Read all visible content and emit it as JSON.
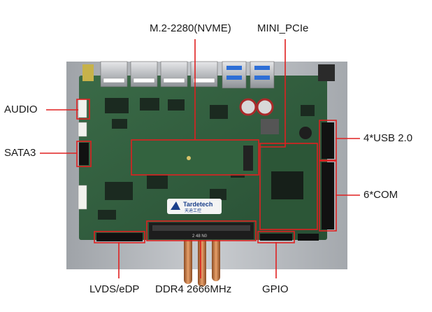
{
  "labels": {
    "m2": "M.2-2280(NVME)",
    "minipcie": "MINI_PCIe",
    "audio": "AUDIO",
    "sata3": "SATA3",
    "usb": "4*USB 2.0",
    "com": "6*COM",
    "lvds": "LVDS/eDP",
    "ddr4": "DDR4 2666MHz",
    "gpio": "GPIO"
  },
  "board": {
    "logo_text": "Tardetech",
    "logo_subtext": "天迪工控",
    "ddr_slot_text": "2 48 N0"
  },
  "colors": {
    "pcb": "#2f5b3c",
    "callout": "#e02020",
    "chassis": "#b9bcc0"
  }
}
